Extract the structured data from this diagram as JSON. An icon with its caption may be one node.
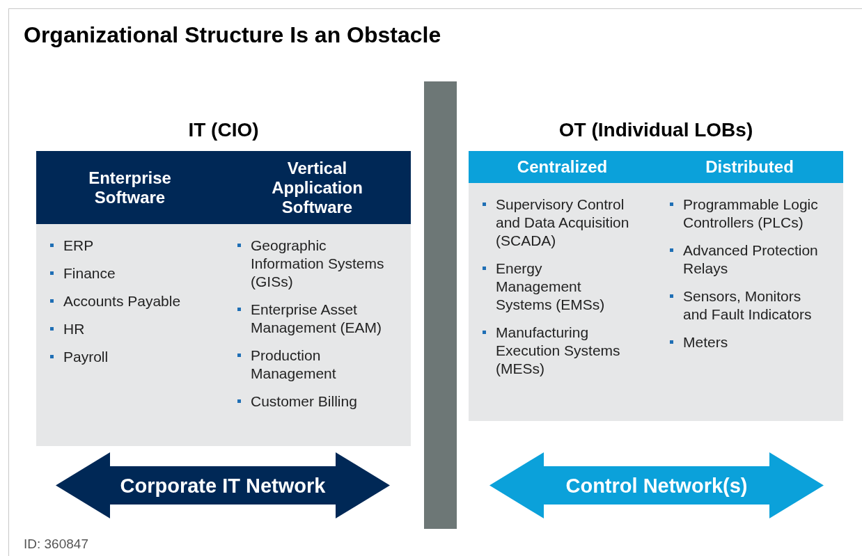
{
  "diagram": {
    "title": "Organizational Structure Is an Obstacle",
    "nodes": [
      {
        "text": [
          "IT (CIO)"
        ]
      },
      {
        "text": [
          "Enterprise Software",
          "ERP",
          "Finance",
          "Accounts Payable",
          "HR",
          "Payroll"
        ],
        "in": 0
      },
      {
        "text": [
          "Vertical Application Software",
          "Geographic Information Systems (GISs)",
          "Enterprise Asset Management (EAM)",
          "Production Management",
          "Customer Billing"
        ],
        "in": 0
      },
      {
        "text": [
          "OT (Individual LOBs)"
        ]
      },
      {
        "text": [
          "Centralized",
          "Supervisory Control and Data Acquisition (SCADA)",
          "Energy Management Systems (EMSs)",
          "Manufacturing Execution Systems (MESs)"
        ],
        "in": 3
      },
      {
        "text": [
          "Distributed",
          "Programmable Logic Controllers (PLCs)",
          "Advanced Protection Relays",
          "Sensors, Monitors and Fault Indicators",
          "Meters"
        ],
        "in": 3
      },
      {
        "text": [
          "Corporate IT Network"
        ]
      },
      {
        "text": [
          "Control Network(s)"
        ]
      },
      {
        "text": [],
        "shape": "bar"
      }
    ],
    "labels": [
      "ID: 360847"
    ]
  }
}
